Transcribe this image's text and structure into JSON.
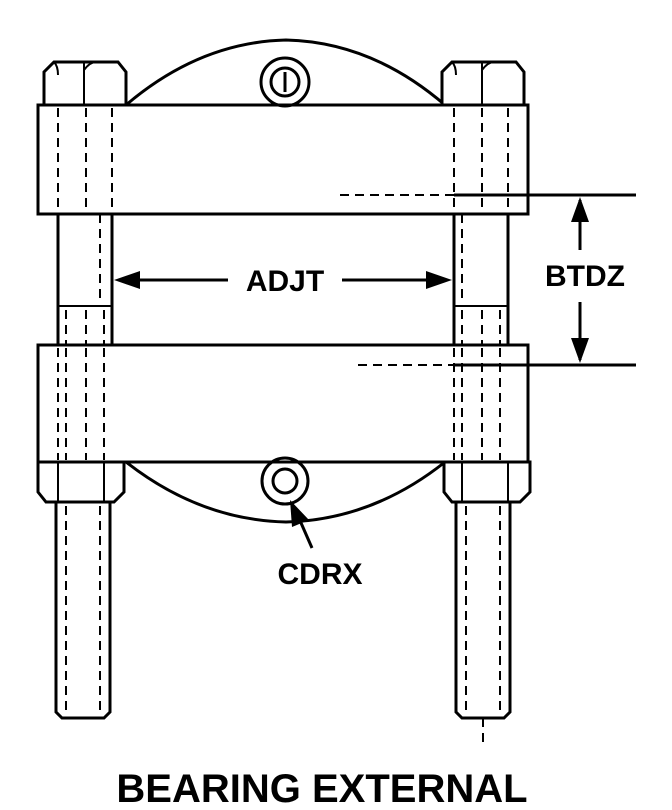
{
  "labels": {
    "adjt": "ADJT",
    "btdz": "BTDZ",
    "cdrx": "CDRX",
    "title": "BEARING EXTERNAL"
  },
  "colors": {
    "stroke": "#000000",
    "background": "#ffffff"
  }
}
